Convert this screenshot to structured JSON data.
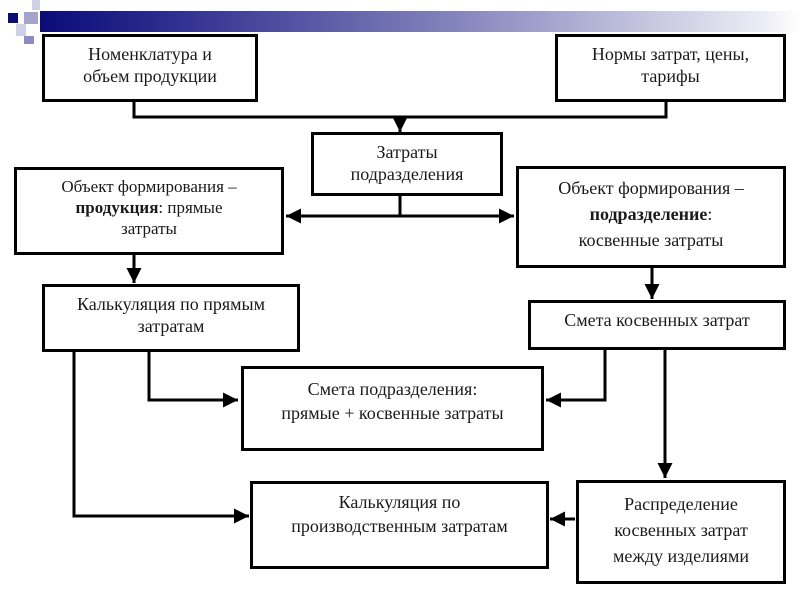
{
  "diagram": {
    "header_band": {
      "gradient_from": "#0c0c78",
      "gradient_to": "#ffffff",
      "decor_squares": [
        "#0c0c78",
        "#a3a3cc",
        "#cfcfe6",
        "#8c8cc2"
      ]
    },
    "nodes": {
      "nomenclature": {
        "lines": [
          "Номенклатура и",
          "объем продукции"
        ]
      },
      "norms": {
        "lines": [
          "Нормы затрат, цены,",
          "тарифы"
        ]
      },
      "dept_costs": {
        "lines": [
          "Затраты",
          "подразделения"
        ]
      },
      "object_product": {
        "line1": "Объект формирования –",
        "line2_bold": "продукция",
        "line2_rest": ": прямые",
        "line3": "затраты"
      },
      "object_dept": {
        "line1": "Объект формирования –",
        "line2_bold": "подразделение",
        "line2_rest": ":",
        "line3": "косвенные затраты"
      },
      "direct_calc": {
        "lines": [
          "Калькуляция по прямым",
          "затратам"
        ]
      },
      "indirect_estimate": {
        "lines": [
          "Смета косвенных затрат"
        ]
      },
      "dept_estimate": {
        "lines": [
          "Смета подразделения:",
          "прямые + косвенные затраты"
        ]
      },
      "production_calc": {
        "lines": [
          "Калькуляция по",
          "производственным затратам"
        ]
      },
      "distribution": {
        "lines": [
          "Распределение",
          "косвенных затрат",
          "между изделиями"
        ]
      }
    },
    "edges": [
      {
        "from": "nomenclature",
        "to": "dept_costs"
      },
      {
        "from": "norms",
        "to": "dept_costs"
      },
      {
        "from": "dept_costs",
        "to": "object_product"
      },
      {
        "from": "dept_costs",
        "to": "object_dept"
      },
      {
        "from": "object_product",
        "to": "direct_calc"
      },
      {
        "from": "object_dept",
        "to": "indirect_estimate"
      },
      {
        "from": "direct_calc",
        "to": "dept_estimate"
      },
      {
        "from": "indirect_estimate",
        "to": "dept_estimate"
      },
      {
        "from": "direct_calc",
        "to": "production_calc"
      },
      {
        "from": "indirect_estimate",
        "to": "distribution"
      },
      {
        "from": "distribution",
        "to": "production_calc"
      }
    ]
  }
}
